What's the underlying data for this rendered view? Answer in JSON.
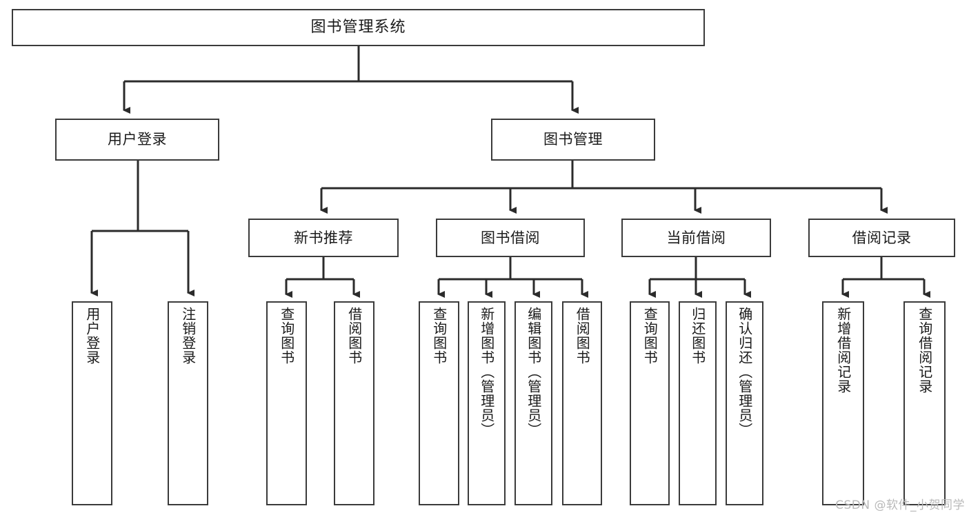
{
  "diagram": {
    "title": "图书管理系统",
    "type": "tree-hierarchy-diagram",
    "colors": {
      "box_border": "#3a3a3a",
      "box_fill": "#ffffff",
      "connector": "#2b2b2b",
      "text": "#1a1a1a",
      "watermark": "#b9b9b9"
    },
    "root": {
      "label": "图书管理系统"
    },
    "level2": [
      {
        "label": "用户登录"
      },
      {
        "label": "图书管理"
      }
    ],
    "level3": [
      {
        "label": "新书推荐"
      },
      {
        "label": "图书借阅"
      },
      {
        "label": "当前借阅"
      },
      {
        "label": "借阅记录"
      }
    ],
    "leaves": {
      "user_login": [
        {
          "label": "用户登录"
        },
        {
          "label": "注销登录"
        }
      ],
      "new_book_recommend": [
        {
          "label": "查询图书"
        },
        {
          "label": "借阅图书"
        }
      ],
      "book_borrow": [
        {
          "label": "查询图书"
        },
        {
          "label": "新增图书（管理员）"
        },
        {
          "label": "编辑图书（管理员）"
        },
        {
          "label": "借阅图书"
        }
      ],
      "current_borrow": [
        {
          "label": "查询图书"
        },
        {
          "label": "归还图书"
        },
        {
          "label": "确认归还（管理员）"
        }
      ],
      "borrow_record": [
        {
          "label": "新增借阅记录"
        },
        {
          "label": "查询借阅记录"
        }
      ]
    },
    "watermark": "CSDN @软件_小贺同学"
  }
}
